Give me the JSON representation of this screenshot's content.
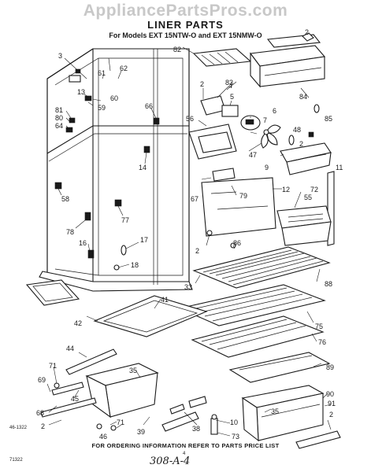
{
  "watermark": "AppliancePartsPros.com",
  "title": "LINER PARTS",
  "subtitle": "For Models EXT 15NTW-O and EXT 15NMW-O",
  "footer": "FOR ORDERING INFORMATION REFER TO PARTS PRICE LIST",
  "page_number": "4",
  "handwritten_code": "308-A-4",
  "doc_number": "71322",
  "part_ref": "46-1322",
  "callouts": {
    "c2a": "2",
    "c82": "82",
    "c3": "3",
    "c62": "62",
    "c61": "61",
    "c13": "13",
    "c60": "60",
    "c59": "59",
    "c81": "81",
    "c80": "80",
    "c64": "64",
    "c66": "66",
    "c14": "14",
    "c58": "58",
    "c77": "77",
    "c78": "78",
    "c16": "16",
    "c17": "17",
    "c18": "18",
    "c2b": "2",
    "c4": "4",
    "c83": "83",
    "c5": "5",
    "c84": "84",
    "c85": "85",
    "c56": "56",
    "c6": "6",
    "c7": "7",
    "c48": "48",
    "c2c": "2",
    "c47": "47",
    "c9": "9",
    "c11": "11",
    "c67": "67",
    "c79": "79",
    "c12": "12",
    "c72": "72",
    "c55": "55",
    "c2d": "2",
    "c86": "86",
    "c33": "33",
    "c88": "88",
    "c41": "41",
    "c42": "42",
    "c75": "75",
    "c76": "76",
    "c44": "44",
    "c89": "89",
    "c35a": "35",
    "c71a": "71",
    "c69": "69",
    "c45": "45",
    "c68": "68",
    "c2e": "2",
    "c46": "46",
    "c71b": "71",
    "c39": "39",
    "c38": "38",
    "c10": "10",
    "c73": "73",
    "c90": "90",
    "c91": "91",
    "c35b": "35",
    "c2f": "2"
  }
}
